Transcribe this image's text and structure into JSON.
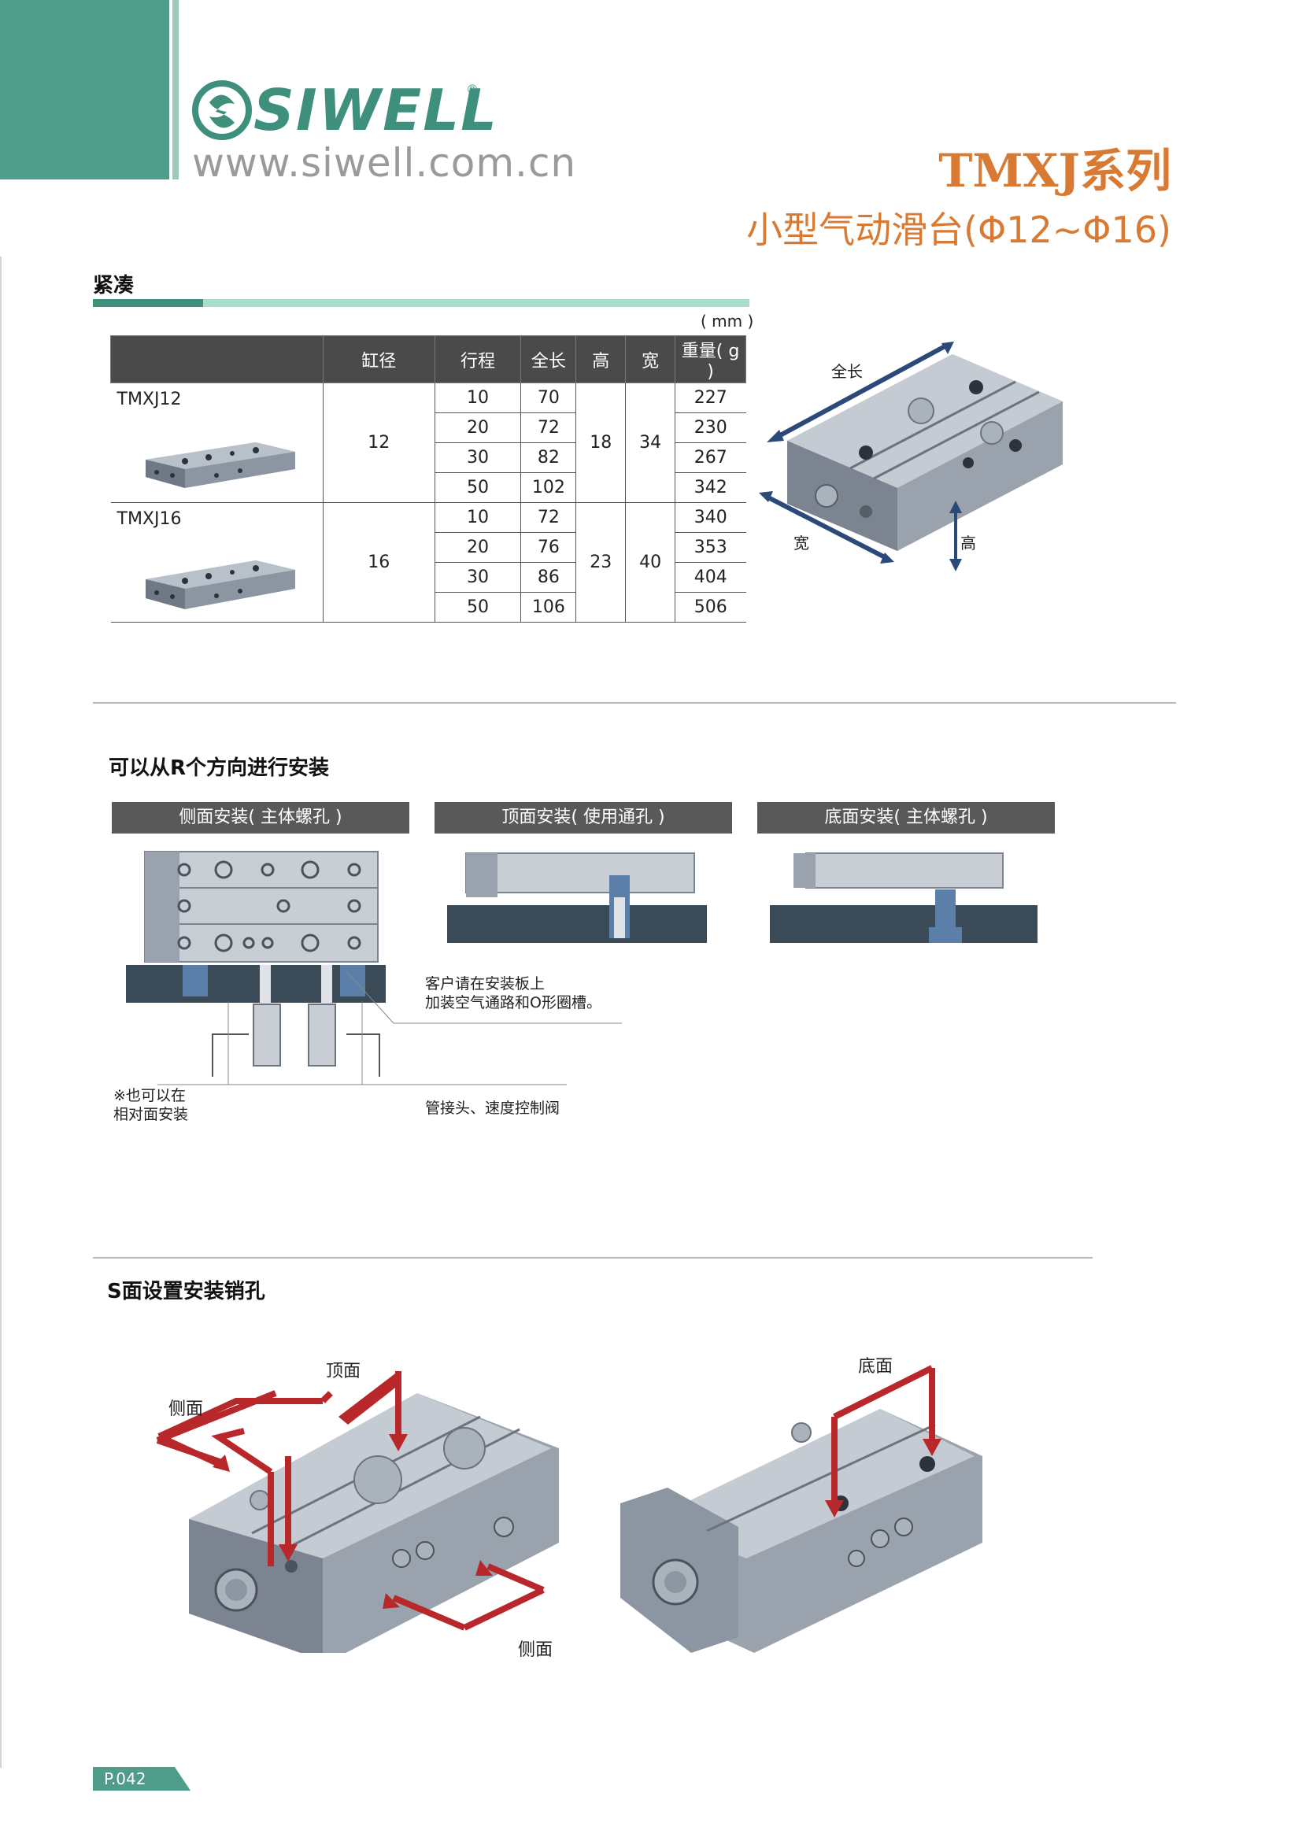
{
  "header": {
    "logo_text": "SIWELL",
    "logo_reg": "®",
    "url": "www.siwell.com.cn",
    "series_title": "TMXJ系列",
    "series_subtitle": "小型气动滑台(Φ12~Φ16)"
  },
  "compact": {
    "title": "紧凑",
    "unit": "( mm )",
    "headers": [
      "",
      "缸径",
      "行程",
      "全长",
      "高",
      "宽",
      "重量( g )"
    ],
    "models": [
      {
        "name": "TMXJ12",
        "bore": "12",
        "height": "18",
        "width": "34",
        "rows": [
          {
            "stroke": "10",
            "length": "70",
            "weight": "227"
          },
          {
            "stroke": "20",
            "length": "72",
            "weight": "230"
          },
          {
            "stroke": "30",
            "length": "82",
            "weight": "267"
          },
          {
            "stroke": "50",
            "length": "102",
            "weight": "342"
          }
        ]
      },
      {
        "name": "TMXJ16",
        "bore": "16",
        "height": "23",
        "width": "40",
        "rows": [
          {
            "stroke": "10",
            "length": "72",
            "weight": "340"
          },
          {
            "stroke": "20",
            "length": "76",
            "weight": "353"
          },
          {
            "stroke": "30",
            "length": "86",
            "weight": "404"
          },
          {
            "stroke": "50",
            "length": "106",
            "weight": "506"
          }
        ]
      }
    ],
    "dim_labels": {
      "length": "全长",
      "width": "宽",
      "height": "高"
    }
  },
  "mounting": {
    "title": "可以从R个方向进行安装",
    "views": [
      "侧面安装( 主体螺孔 )",
      "顶面安装( 使用通孔 )",
      "底面安装( 主体螺孔 )"
    ],
    "note_air": "客户请在安装板上\n加装空气通路和O形圈槽。",
    "note_opposite": "※也可以在\n相对面安装",
    "label_fittings": "管接头、速度控制阀"
  },
  "pin": {
    "title": "S面设置安装销孔",
    "labels": {
      "top": "顶面",
      "side1": "侧面",
      "side2": "侧面",
      "bottom": "底面"
    }
  },
  "footer": {
    "page": "P.042"
  },
  "colors": {
    "teal": "#4f9c8a",
    "orange": "#d87a33",
    "arrow_red": "#b8282a",
    "dim_blue": "#2b4a7a",
    "header_gray": "#595959"
  }
}
